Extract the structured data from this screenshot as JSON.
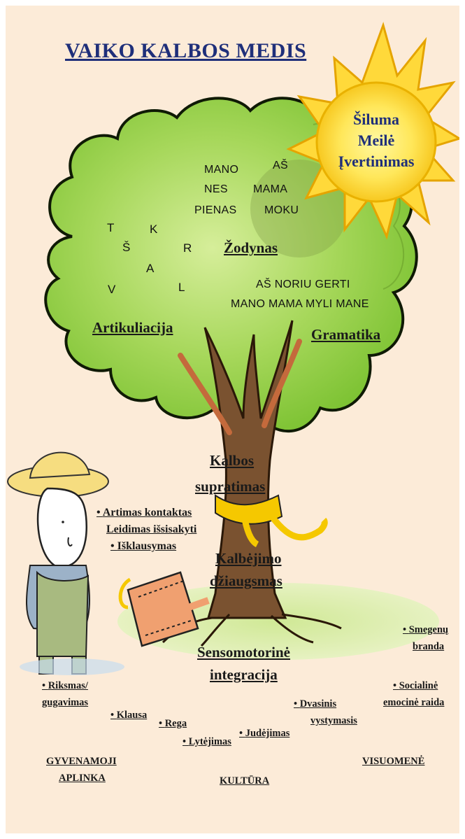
{
  "title": "VAIKO KALBOS MEDIS",
  "sun": [
    "Šiluma",
    "Meilė",
    "Įvertinimas"
  ],
  "words": [
    "MANO",
    "AŠ",
    "NES",
    "MAMA",
    "PIENAS",
    "MOKU"
  ],
  "letters": [
    "T",
    "K",
    "Š",
    "R",
    "A",
    "V",
    "L"
  ],
  "sentences": [
    "AŠ NORIU GERTI",
    "MANO MAMA MYLI MANE"
  ],
  "crown_labels": {
    "zodynas": "Žodynas",
    "artikuliacija": "Artikuliacija",
    "gramatika": "Gramatika"
  },
  "trunk_labels": {
    "kalbos": "Kalbos",
    "supratimas": "supratimas",
    "kalbejimo": "Kalbėjimo",
    "dziaugsmas": "džiaugsmas"
  },
  "gardener_bullets": [
    "Artimas kontaktas",
    "Leidimas išsisakyti",
    "Išklausymas"
  ],
  "roots": {
    "sensomotorine_1": "Sensomotorinė",
    "sensomotorine_2": "integracija",
    "riksmas_1": "Riksmas/",
    "riksmas_2": "gugavimas",
    "klausa": "Klausa",
    "rega": "Rega",
    "lytejimas": "Lytėjimas",
    "judejimas": "Judėjimas",
    "dvasinis_1": "Dvasinis",
    "dvasinis_2": "vystymasis",
    "smegenu_1": "Smegenų",
    "smegenu_2": "branda",
    "socialine_1": "Socialinė",
    "socialine_2": "emocinė raida"
  },
  "bottom": {
    "gyvenamoji_1": "GYVENAMOJI",
    "gyvenamoji_2": "APLINKA",
    "kultura": "KULTŪRA",
    "visuomene": "VISUOMENĖ"
  },
  "colors": {
    "background": "#fcebd8",
    "tree": "#8ccc3c",
    "trunk": "#7a5230",
    "sun": "#ffd93a",
    "title": "#1f2f7a"
  }
}
